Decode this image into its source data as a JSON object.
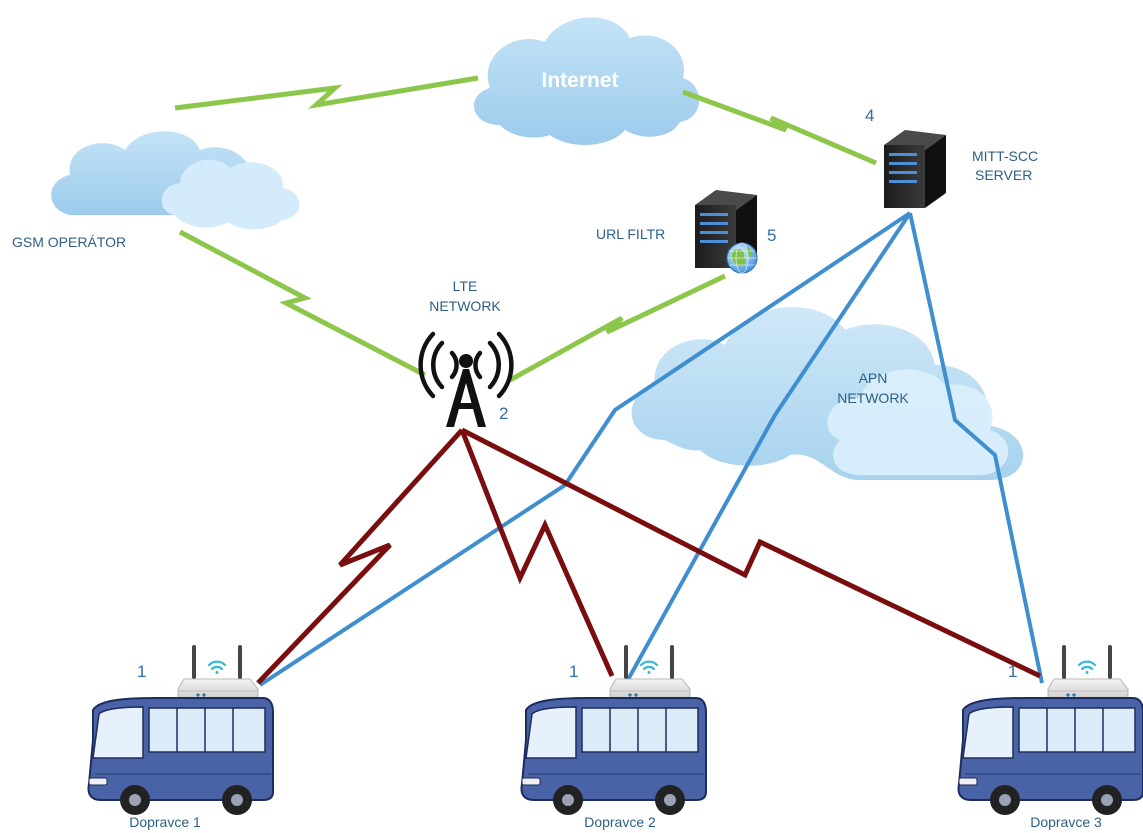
{
  "nodes": {
    "internet": {
      "label": "Internet"
    },
    "gsm_operator": {
      "label": "GSM OPERÁTOR"
    },
    "lte_network": {
      "label_line1": "LTE",
      "label_line2": "NETWORK",
      "number": "2"
    },
    "url_filter": {
      "label": "URL FILTR",
      "number": "5"
    },
    "server": {
      "label_line1": "MITT-SCC",
      "label_line2": "SERVER",
      "number": "4"
    },
    "apn_network": {
      "label_line1": "APN",
      "label_line2": "NETWORK"
    }
  },
  "buses": [
    {
      "label": "Dopravce 1",
      "number": "1"
    },
    {
      "label": "Dopravce 2",
      "number": "1"
    },
    {
      "label": "Dopravce 3",
      "number": "1"
    }
  ],
  "colors": {
    "green_link": "#8cc64b",
    "blue_link": "#3f8fd0",
    "red_link": "#7a0d0d",
    "cloud": "#a9d3ef",
    "bus": "#4a62a6",
    "label": "#2e5f86"
  }
}
